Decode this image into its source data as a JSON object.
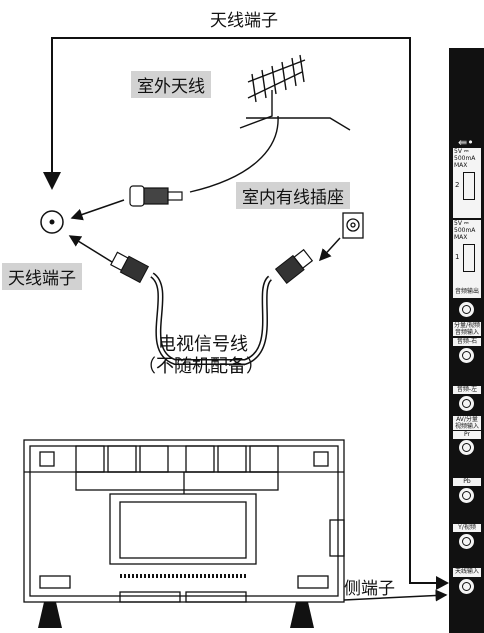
{
  "labels": {
    "top_antenna_port": "天线端子",
    "outdoor_antenna": "室外天线",
    "indoor_socket": "室内有线插座",
    "left_antenna_port": "天线端子",
    "signal_cable": "电视信号线",
    "not_included": "（不随机配备）",
    "side_port": "侧端子"
  },
  "side_panel": {
    "usb_power": "5V ⎓\n500mA\nMAX",
    "usb_port_2": "2",
    "usb_power_1": "5V ⎓\n500mA\nMAX",
    "usb_port_1": "1",
    "audio_out": "音频输出",
    "component_av_audio_in": "分量/视频\n音频输入",
    "audio_right": "音频-右",
    "audio_left": "音频-左",
    "av_component_video_in": "AV/分量\n视频输入",
    "pr": "Pr",
    "pb": "Pb",
    "y_video": "Y/视频",
    "antenna_in": "天线输入"
  }
}
